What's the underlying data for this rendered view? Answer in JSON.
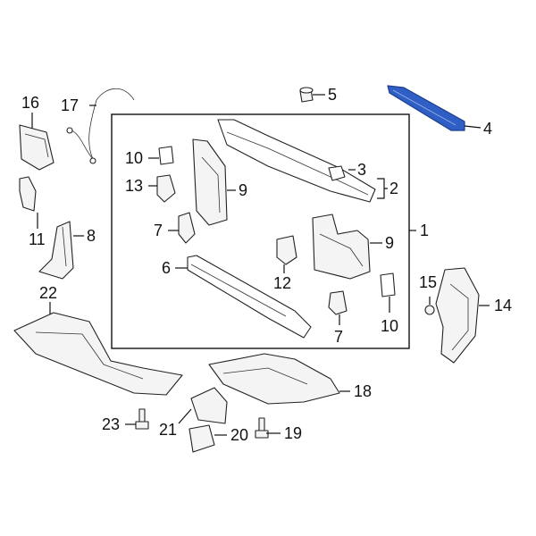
{
  "diagram": {
    "highlight_color": "#2f5fc4",
    "highlighted_callout": "4",
    "callouts": [
      "1",
      "2",
      "3",
      "4",
      "5",
      "6",
      "7",
      "7",
      "8",
      "9",
      "9",
      "10",
      "10",
      "11",
      "12",
      "13",
      "14",
      "15",
      "16",
      "17",
      "18",
      "19",
      "20",
      "21",
      "22",
      "23"
    ]
  }
}
